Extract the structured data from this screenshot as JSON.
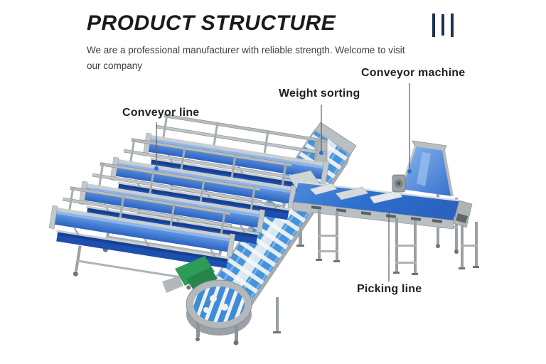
{
  "header": {
    "title": "PRODUCT STRUCTURE",
    "subtitle_line1": "We are a professional manufacturer with reliable strength. Welcome to visit",
    "subtitle_line2": "our company"
  },
  "decor": {
    "bars_count": 3,
    "bars_color": "#1d3152"
  },
  "diagram": {
    "labels": {
      "conveyor_line": "Conveyor line",
      "weight_sorting": "Weight sorting",
      "conveyor_machine": "Conveyor machine",
      "picking_line": "Picking line"
    },
    "colors": {
      "belt_blue": "#2f6fce",
      "belt_blue_light": "#6ba0e6",
      "tray_blue": "#1d4fae",
      "sorter_tray_blue": "#4593dd",
      "steel_light": "#c3c8ca",
      "steel_mid": "#9aa0a3",
      "steel_dark": "#6e7477",
      "green_chute": "#2f9b58",
      "leader_line": "#595e62",
      "leader_dot": "#2e6fd0",
      "label_text": "#202124"
    }
  }
}
